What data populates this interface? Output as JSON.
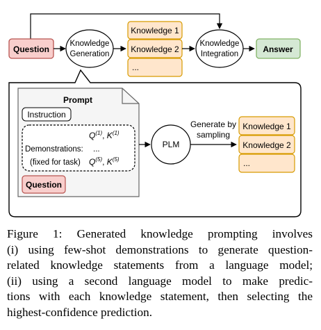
{
  "diagram": {
    "top_row": {
      "question": "Question",
      "knowledge_generation": [
        "Knowledge",
        "Generation"
      ],
      "knowledge_items": [
        "Knowledge 1",
        "Knowledge 2",
        "..."
      ],
      "knowledge_integration": [
        "Knowledge",
        "Integration"
      ],
      "answer": "Answer"
    },
    "detail": {
      "prompt_title": "Prompt",
      "instruction": "Instruction",
      "demonstrations_label": "Demonstrations:",
      "demonstrations_ellipsis": "...",
      "fixed_for_task": "(fixed for task)",
      "q1": "Q",
      "q1_sup": "(1)",
      "k1": "K",
      "k1_sup": "(1)",
      "q5": "Q",
      "q5_sup": "(5)",
      "k5": "K",
      "k5_sup": "(5)",
      "question": "Question",
      "plm": "PLM",
      "generate_label": [
        "Generate by",
        "sampling"
      ],
      "knowledge_items": [
        "Knowledge 1",
        "Knowledge 2",
        "..."
      ]
    },
    "colors": {
      "question_fill": "#f8cecc",
      "question_stroke": "#b85450",
      "knowledge_fill": "#ffe6cc",
      "knowledge_stroke": "#d79b00",
      "answer_fill": "#d5e8d4",
      "answer_stroke": "#82b366",
      "prompt_fill": "#f5f5f5",
      "prompt_stroke": "#666666"
    }
  },
  "caption": {
    "lines": [
      "Figure 1:  Generated knowledge prompting involves",
      "(i) using few-shot demonstrations to generate question-",
      "related knowledge statements from a language model;",
      "(ii) using a second language model to make predic-",
      "tions with each knowledge statement, then selecting the",
      "highest-confidence prediction."
    ]
  }
}
